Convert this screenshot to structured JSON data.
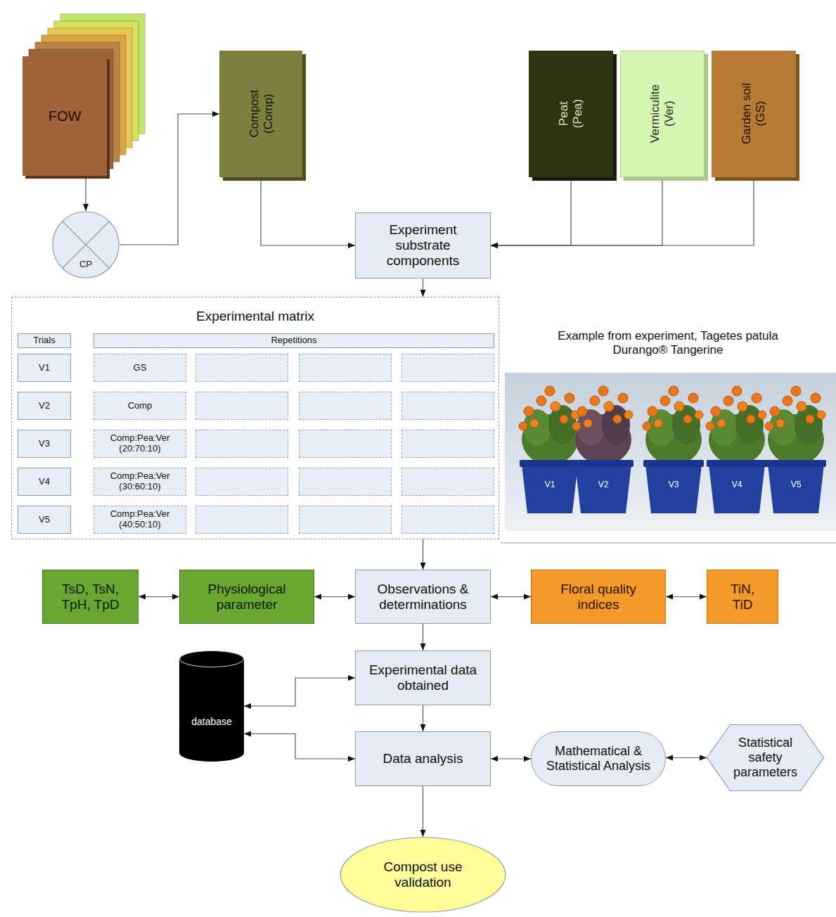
{
  "diagram": {
    "nodes": [
      {
        "text": [
          "FOW"
        ]
      },
      {
        "text": [
          "CP"
        ]
      },
      {
        "text": [
          "Compost (Comp)"
        ]
      },
      {
        "text": [
          "Peat (Pea)"
        ]
      },
      {
        "text": [
          "Vermiculite (Ver)"
        ]
      },
      {
        "text": [
          "Garden soil (GS)"
        ]
      },
      {
        "text": [
          "Experiment substrate components"
        ]
      },
      {
        "text": [
          "Experimental matrix"
        ]
      },
      {
        "text": [
          "Trials"
        ],
        "in": 7
      },
      {
        "text": [
          "Repetitions"
        ],
        "in": 7
      },
      {
        "text": [
          "V1"
        ],
        "in": 7
      },
      {
        "text": [
          "GS"
        ],
        "in": 7
      },
      {
        "text": [
          "V2"
        ],
        "in": 7
      },
      {
        "text": [
          "Comp"
        ],
        "in": 7
      },
      {
        "text": [
          "V3"
        ],
        "in": 7
      },
      {
        "text": [
          "Comp:Pea:Ver (20:70:10)"
        ],
        "in": 7
      },
      {
        "text": [
          "V4"
        ],
        "in": 7
      },
      {
        "text": [
          "Comp:Pea:Ver (30:60:10)"
        ],
        "in": 7
      },
      {
        "text": [
          "V5"
        ],
        "in": 7
      },
      {
        "text": [
          "Comp:Pea:Ver (40:50:10)"
        ],
        "in": 7
      },
      {
        "text": [
          "TsD, TsN, TpH, TpD"
        ]
      },
      {
        "text": [
          "Physiological parameter"
        ]
      },
      {
        "text": [
          "Observations & determinations"
        ]
      },
      {
        "text": [
          "Floral quality indices"
        ]
      },
      {
        "text": [
          "TiN, TiD"
        ]
      },
      {
        "text": [
          "Experimental data obtained"
        ]
      },
      {
        "text": [
          "database"
        ]
      },
      {
        "text": [
          "Data analysis"
        ]
      },
      {
        "text": [
          "Mathematical & Statistical Analysis"
        ]
      },
      {
        "text": [
          "Statistical safety parameters"
        ]
      },
      {
        "text": [
          "Compost use validation"
        ]
      }
    ],
    "edges": [
      {
        "from": 0,
        "to": 1,
        "arrow": "to"
      },
      {
        "from": 1,
        "to": 2,
        "arrow": "to"
      },
      {
        "from": 2,
        "to": 6,
        "arrow": "to"
      },
      {
        "from": 3,
        "to": 6,
        "arrow": "to"
      },
      {
        "from": 4,
        "to": 6,
        "arrow": "to"
      },
      {
        "from": 5,
        "to": 6,
        "arrow": "to"
      },
      {
        "from": 6,
        "to": 7,
        "arrow": "to"
      },
      {
        "from": 7,
        "to": 22,
        "arrow": "to"
      },
      {
        "from": 20,
        "to": 21,
        "arrow": "both"
      },
      {
        "from": 21,
        "to": 22,
        "arrow": "both"
      },
      {
        "from": 22,
        "to": 23,
        "arrow": "both"
      },
      {
        "from": 23,
        "to": 24,
        "arrow": "both"
      },
      {
        "from": 22,
        "to": 25,
        "arrow": "to"
      },
      {
        "from": 25,
        "to": 26,
        "arrow": "both"
      },
      {
        "from": 26,
        "to": 27,
        "arrow": "both"
      },
      {
        "from": 25,
        "to": 27,
        "arrow": "to"
      },
      {
        "from": 27,
        "to": 28,
        "arrow": "both"
      },
      {
        "from": 28,
        "to": 29,
        "arrow": "both"
      },
      {
        "from": 27,
        "to": 30,
        "arrow": "to"
      }
    ],
    "labels": [
      "Example from experiment, Tagetes patula Durango® Tangerine",
      "V1",
      "V2",
      "V3",
      "V4",
      "V5"
    ]
  }
}
